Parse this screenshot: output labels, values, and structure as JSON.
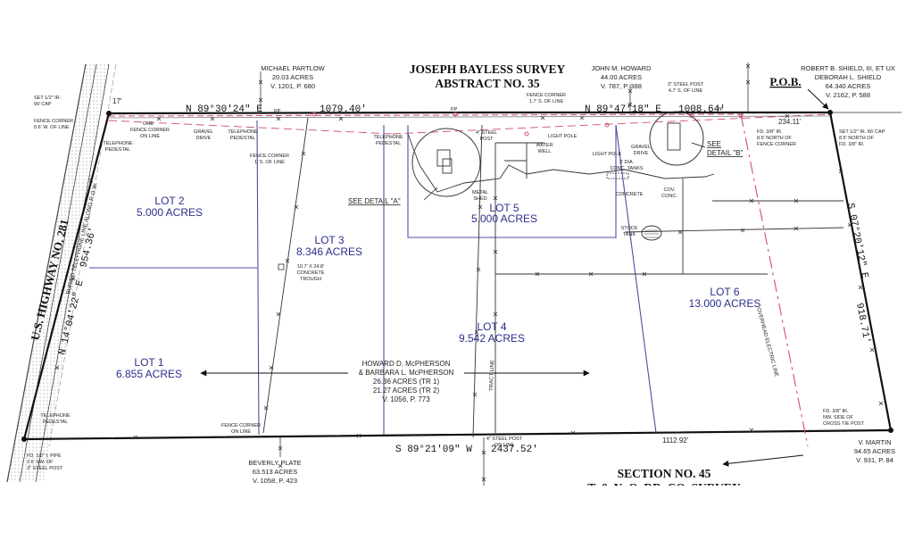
{
  "title": {
    "line1": "JOSEPH BAYLESS SURVEY",
    "line2": "ABSTRACT NO. 35"
  },
  "section": {
    "line1": "SECTION NO. 45",
    "line2": "T. & N. O. RR. CO. SURVEY"
  },
  "pob": "P.O.B.",
  "highway": "U.S. HIGHWAY NO. 281",
  "bearings": {
    "north_west": "N 89°30'24\" E",
    "north_west_dist": "1079.40'",
    "north_east": "N 89°47'18\" E",
    "north_east_dist": "1008.64'",
    "east": "S 07°20'12\" E",
    "east_dist": "918.71'",
    "south": "S 89°21'09\" W",
    "south_dist": "2437.52'",
    "south_sub": "1112.92'",
    "west": "N 14°04'22\" E",
    "west_dist": "954.36'",
    "short": "234.11'",
    "seventeen": "17'"
  },
  "lots": [
    {
      "name": "LOT 1",
      "acres": "6.855 ACRES"
    },
    {
      "name": "LOT 2",
      "acres": "5.000 ACRES"
    },
    {
      "name": "LOT 3",
      "acres": "8.346 ACRES"
    },
    {
      "name": "LOT 4",
      "acres": "9.542 ACRES"
    },
    {
      "name": "LOT 5",
      "acres": "5.000 ACRES"
    },
    {
      "name": "LOT 6",
      "acres": "13.000 ACRES"
    }
  ],
  "owners": {
    "partlow": [
      "MICHAEL PARTLOW",
      "20.03 ACRES",
      "V. 1201, P. 680"
    ],
    "howard": [
      "JOHN M. HOWARD",
      "44.00 ACRES",
      "V. 787, P. 388"
    ],
    "shield": [
      "ROBERT B. SHIELD, III, ET UX",
      "DEBORAH L. SHIELD",
      "64.340 ACRES",
      "V. 2162, P. 588"
    ],
    "mcpherson": [
      "HOWARD D. McPHERSON",
      "& BARBARA L. McPHERSON",
      "26.36 ACRES (TR 1)",
      "21.27 ACRES (TR 2)",
      "V. 1056, P. 773"
    ],
    "plate": [
      "BEVERLY PLATE",
      "63.513 ACRES",
      "V. 1058, P. 423"
    ],
    "martin": [
      "V. MARTIN",
      "94.65 ACRES",
      "V. 931, P. 84"
    ]
  },
  "notes": {
    "set_cap": [
      "SET 1/2\" IR.",
      "W/ CAP"
    ],
    "fence_corner_w": [
      "FENCE CORNER",
      "0.6' W. OF LINE"
    ],
    "fence_on_line": [
      "FENCE CORNER",
      "ON LINE"
    ],
    "telephone_ped": [
      "TELEPHONE",
      "PEDESTAL"
    ],
    "gravel_drive": [
      "GRAVEL",
      "DRIVE"
    ],
    "fence_1s": [
      "FENCE CORNER",
      "1' S. OF LINE"
    ],
    "fence_17s": [
      "FENCE CORNER",
      "1.7' S. OF LINE"
    ],
    "steel_post_4": [
      "4\" STEEL",
      "POST"
    ],
    "light_pole": "LIGHT POLE",
    "water_well": [
      "WATER",
      "WELL"
    ],
    "light_pole_gravel": [
      "LIGHT POLE",
      "GRAVEL",
      "DRIVE"
    ],
    "steel_post_3": [
      "3\" STEEL POST",
      "4.7' S. OF LINE"
    ],
    "fd_38_north": [
      "FD. 3/8\" IR.",
      "8.5' NORTH OF",
      "FENCE CORNER"
    ],
    "set_cap_fd": [
      "SET 1/2\" IR. W/ CAP",
      "8.5' NORTH OF",
      "FD. 3/8\" IR."
    ],
    "see_detail_a": "SEE DETAIL \"A\"",
    "see_detail_b": [
      "SEE",
      "DETAIL \"B\""
    ],
    "metal_shed": [
      "METAL",
      "SHED"
    ],
    "conc_tanks": [
      "3' DIA.",
      "CONC. TANKS"
    ],
    "concrete": "CONCRETE",
    "cov_conc": [
      "COV.",
      "CONC."
    ],
    "stock_tank": [
      "STOCK",
      "TANK"
    ],
    "trough": [
      "10.7' X 24.8'",
      "CONCRETE",
      "TROUGH"
    ],
    "telephone_line": "BURIED TELEPHONE LINE ALONG R.O.W.",
    "tract_line": "TRACT LINE",
    "overhead_line": "OVERHEAD ELECTRIC LINE",
    "ohe": "OHE",
    "pp": "PP",
    "fd_12_pipe": [
      "FD. 1/2\" I. PIPE",
      "2.6' SW. OF",
      "3\" STEEL POST"
    ],
    "steel_post_bottom": [
      "4\" STEEL POST",
      "ON LINE"
    ],
    "fd_38_cross": [
      "FD. 3/8\" IR.",
      "NW. SIDE OF",
      "CROSS TIE POST"
    ],
    "fence_on_line_bottom": [
      "FENCE CORNER",
      "ON LINE"
    ]
  }
}
